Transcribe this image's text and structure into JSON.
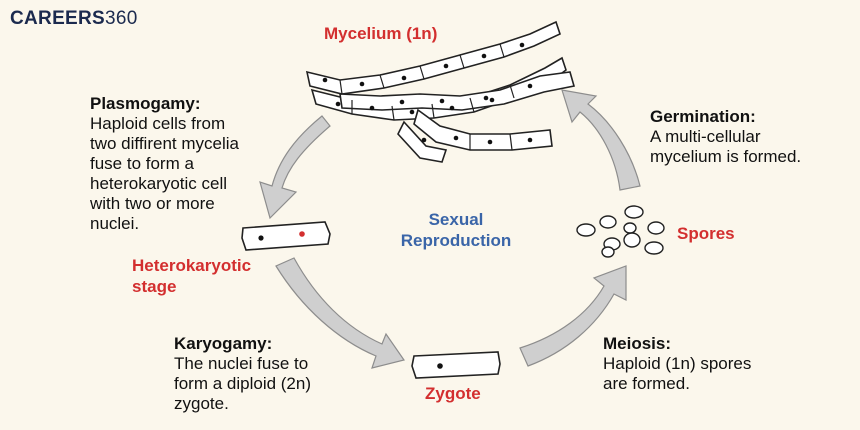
{
  "brand": {
    "name": "CAREERS",
    "number": "360"
  },
  "center": {
    "line1": "Sexual",
    "line2": "Reproduction"
  },
  "stages": {
    "mycelium": "Mycelium (1n)",
    "heterokaryotic": {
      "line1": "Heterokaryotic",
      "line2": "stage"
    },
    "zygote": "Zygote",
    "spores": "Spores"
  },
  "steps": {
    "plasmogamy": {
      "title": "Plasmogamy:",
      "lines": [
        "Haploid cells from",
        "two diffirent mycelia",
        "fuse to form a",
        "heterokaryotic cell",
        "with two or more",
        "nuclei."
      ]
    },
    "karyogamy": {
      "title": "Karyogamy:",
      "lines": [
        "The nuclei fuse to",
        "form a diploid (2n)",
        "zygote."
      ]
    },
    "meiosis": {
      "title": "Meiosis:",
      "lines": [
        "Haploid (1n) spores",
        "are formed."
      ]
    },
    "germination": {
      "title": "Germination:",
      "lines": [
        "A multi-cellular",
        "mycelium is formed."
      ]
    }
  },
  "colors": {
    "stage_red": "#d32f2f",
    "center_blue": "#3a65a8",
    "arrow_gray": "#c9c9c9",
    "background": "#fbf7ec"
  }
}
